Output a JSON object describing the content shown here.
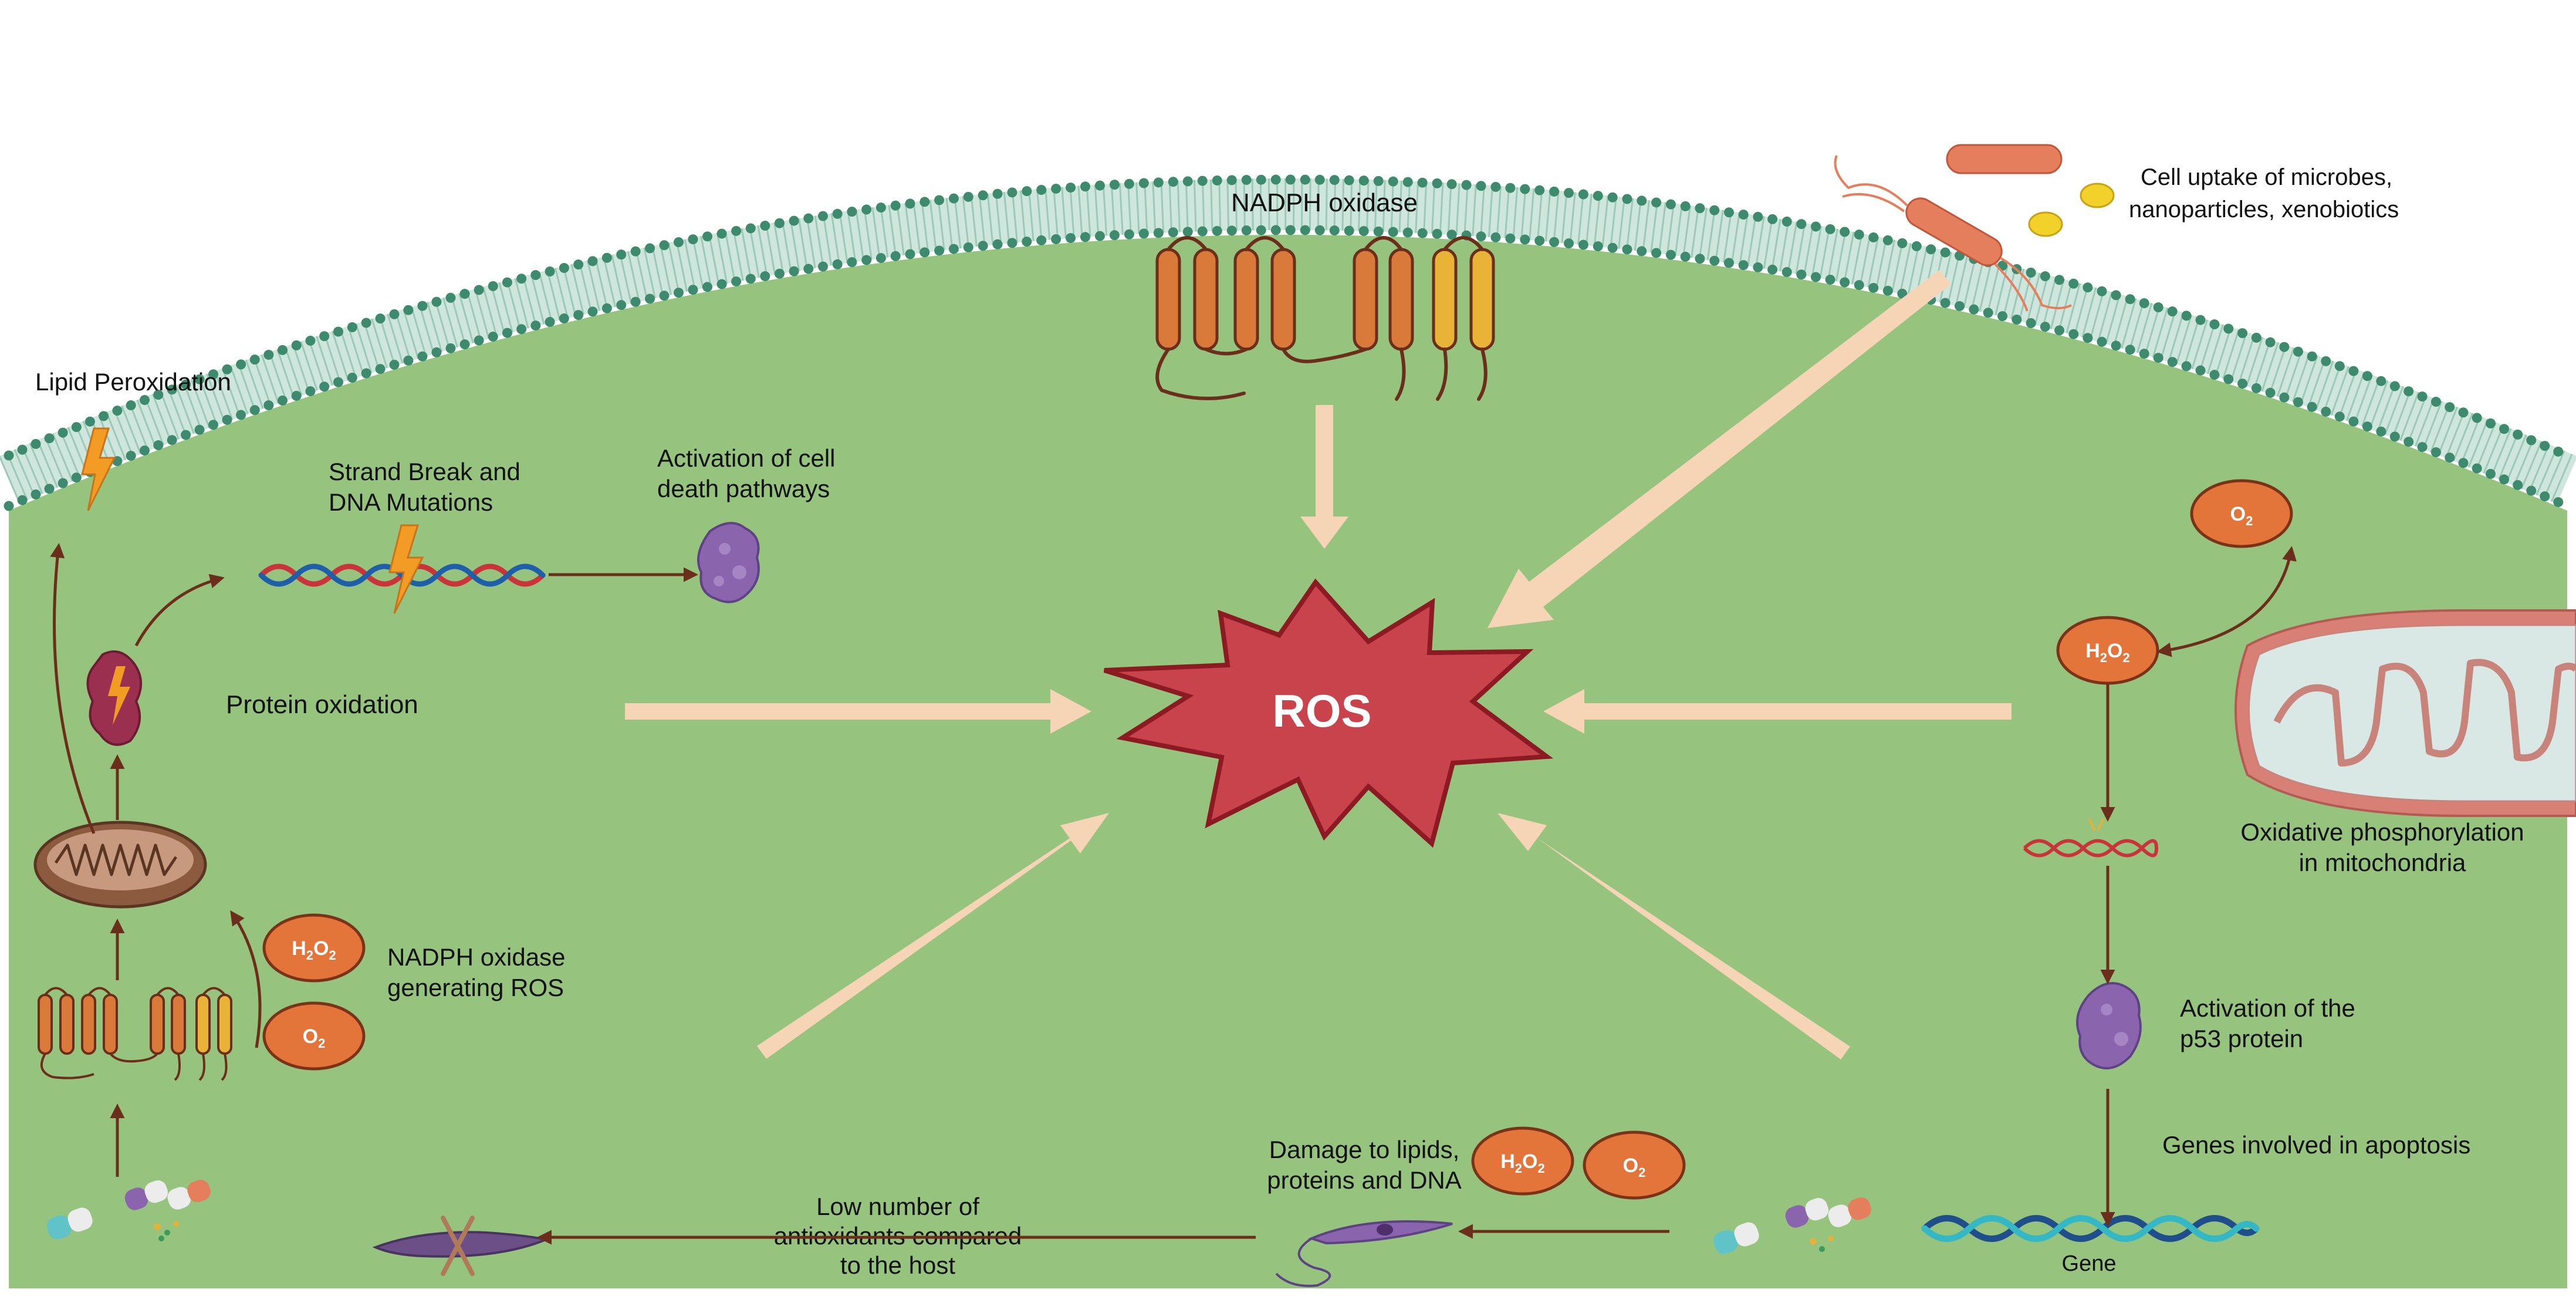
{
  "labels": {
    "nadph_top": "NADPH oxidase",
    "uptake_line1": "Cell uptake of microbes,",
    "uptake_line2": "nanoparticles, xenobiotics",
    "lipid_peroxidation": "Lipid Peroxidation",
    "strand_break_line1": "Strand Break and",
    "strand_break_line2": "DNA Mutations",
    "cell_death_line1": "Activation of cell",
    "cell_death_line2": "death pathways",
    "protein_oxidation": "Protein oxidation",
    "ros": "ROS",
    "nadph_left_line1": "NADPH oxidase",
    "nadph_left_line2": "generating ROS",
    "oxphos_line1": "Oxidative phosphorylation",
    "oxphos_line2": "in mitochondria",
    "p53_line1": "Activation of the",
    "p53_line2": "p53 protein",
    "apoptosis_genes": "Genes involved in apoptosis",
    "gene": "Gene",
    "damage_line1": "Damage to lipids,",
    "damage_line2": "proteins and DNA",
    "antioxidants_line1": "Low number of",
    "antioxidants_line2": "antioxidants compared",
    "antioxidants_line3": "to the host"
  },
  "molecules": {
    "o2": "O",
    "o2_sub": "2",
    "h2o2_h": "H",
    "h2o2_sub": "2",
    "h2o2_o": "O",
    "h2o2_sub2": "2"
  },
  "colors": {
    "cytoplasm": "#96c47e",
    "membrane_head": "#3d8a6f",
    "ros_fill": "#c8434b",
    "ros_stroke": "#8b1a22",
    "arrow_light": "#f6d5b7",
    "arrow_dark": "#6b2e1a",
    "molecule_fill": "#e3753a",
    "protein_purple": "#8a64ad"
  }
}
